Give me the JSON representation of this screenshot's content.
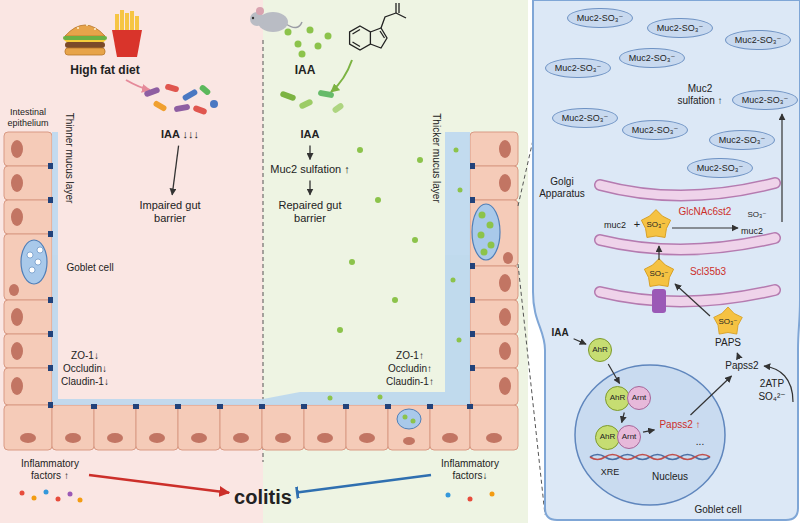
{
  "diagram": {
    "nodes": [
      {
        "text": [
          "IAA ↓↓↓"
        ]
      },
      {
        "text": [
          "Impaired gut barrier"
        ]
      },
      {
        "text": [
          "IAA"
        ]
      },
      {
        "text": [
          "Muc2 sulfation ↑"
        ]
      },
      {
        "text": [
          "Repaired gut barrier"
        ]
      },
      {
        "text": [
          "Inflammatory factors ↑"
        ]
      },
      {
        "text": [
          "Inflammatory factors↓"
        ]
      },
      {
        "text": [
          "colitis"
        ]
      },
      {
        "text": [
          "Goblet cell"
        ]
      },
      {
        "text": [
          "Muc2-SO₃⁻"
        ],
        "in": 8
      },
      {
        "text": [
          "Muc2-SO₃⁻"
        ],
        "in": 8
      },
      {
        "text": [
          "Muc2-SO₃⁻"
        ],
        "in": 8
      },
      {
        "text": [
          "Muc2-SO₃⁻"
        ],
        "in": 8
      },
      {
        "text": [
          "Muc2-SO₃⁻"
        ],
        "in": 8
      },
      {
        "text": [
          "Muc2-SO₃⁻"
        ],
        "in": 8
      },
      {
        "text": [
          "Muc2-SO₃⁻"
        ],
        "in": 8
      },
      {
        "text": [
          "Muc2-SO₃⁻"
        ],
        "in": 8
      },
      {
        "text": [
          "Muc2-SO₃⁻"
        ],
        "in": 8
      },
      {
        "text": [
          "Muc2-SO₃⁻"
        ],
        "in": 8
      },
      {
        "text": [
          "Muc2 sulfation ↑"
        ],
        "in": 8
      },
      {
        "text": [
          "IAA"
        ],
        "in": 8
      },
      {
        "text": [
          "AhR"
        ],
        "in": 8
      },
      {
        "text": [
          "Nucleus"
        ],
        "in": 8
      },
      {
        "text": [
          "AhR",
          "Arnt"
        ],
        "in": 22
      },
      {
        "text": [
          "AhR",
          "Arnt"
        ],
        "in": 22
      },
      {
        "text": [
          "Papss2 ↑"
        ],
        "in": 22
      },
      {
        "text": [
          "Papss2"
        ],
        "in": 8
      },
      {
        "text": [
          "SO₃⁻",
          "PAPS"
        ],
        "in": 8
      }
    ],
    "edges": [
      {
        "from": 0,
        "to": 1,
        "arrow": "to"
      },
      {
        "from": 2,
        "to": 3,
        "arrow": "to"
      },
      {
        "from": 3,
        "to": 4,
        "arrow": "to"
      },
      {
        "from": 5,
        "to": 7,
        "arrow": "to"
      },
      {
        "from": 6,
        "to": 7,
        "arrow": "to"
      },
      {
        "from": 20,
        "to": 21,
        "arrow": "to"
      },
      {
        "from": 21,
        "to": 23,
        "arrow": "to"
      },
      {
        "from": 23,
        "to": 24,
        "arrow": "to"
      },
      {
        "from": 24,
        "to": 25,
        "arrow": "to"
      },
      {
        "from": 25,
        "to": 26,
        "arrow": "to"
      },
      {
        "from": 26,
        "to": 27,
        "arrow": "to"
      }
    ],
    "labels": [
      "High fat diet",
      "IAA",
      "Intestinal epithelium",
      "Thinner mucus layer",
      "Goblet cell",
      "ZO-1↓",
      "Occludin↓",
      "Claudin-1↓",
      "Thicker mucus layer",
      "ZO-1↑",
      "Occludin↑",
      "Claudin-1↑",
      "Golgi Apparatus",
      "muc2",
      "+",
      "SO₃⁻",
      "GlcNAc6st2",
      "muc2",
      "SO₃⁻",
      "Scl35b3",
      "SO₃⁻",
      "XRE",
      "...",
      "2ATP",
      "SO₄²⁻"
    ]
  }
}
